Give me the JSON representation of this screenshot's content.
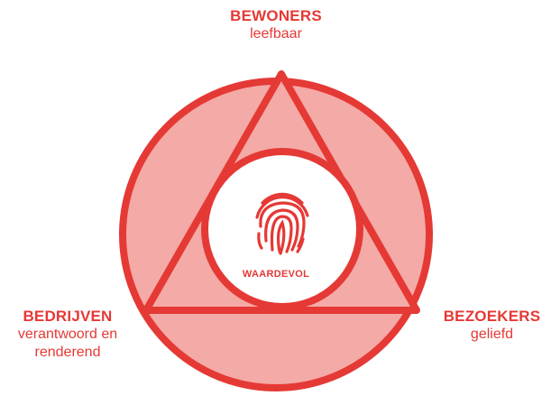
{
  "colors": {
    "primary_red": "#e53935",
    "fill_pink": "#f4aaa6",
    "background": "#ffffff"
  },
  "nodes": {
    "top": {
      "title": "BEWONERS",
      "subtitle": "leefbaar"
    },
    "left": {
      "title": "BEDRIJVEN",
      "subtitle_line1": "verantwoord en",
      "subtitle_line2": "renderend"
    },
    "right": {
      "title": "BEZOEKERS",
      "subtitle": "geliefd"
    }
  },
  "center": {
    "icon": "fingerprint-icon",
    "label": "WAARDEVOL"
  }
}
